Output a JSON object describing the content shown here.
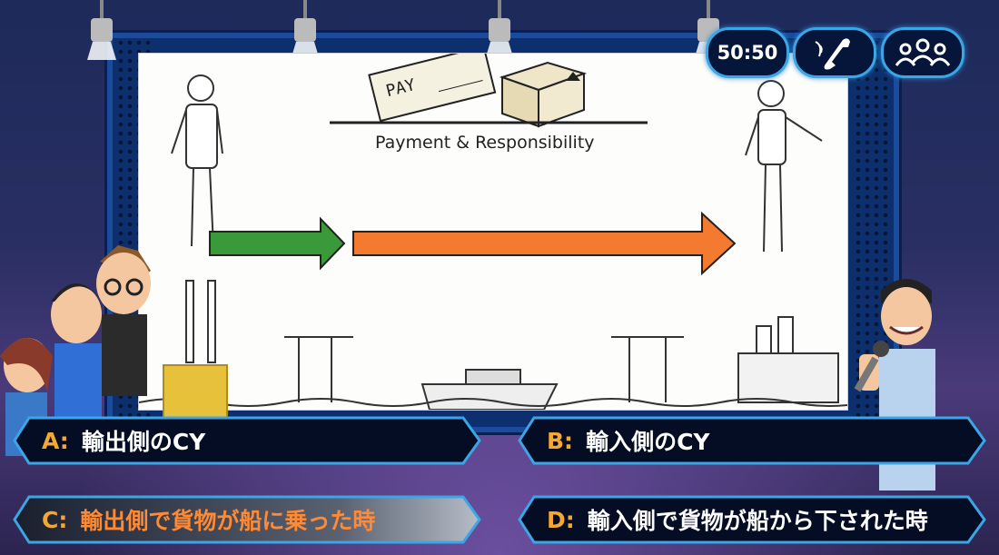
{
  "lifelines": {
    "fifty_fifty": "50:50",
    "phone_icon": "phone-icon",
    "audience_icon": "audience-icon"
  },
  "screen": {
    "caption": "Payment & Responsibility",
    "check_label": "PAY"
  },
  "answers": [
    {
      "letter": "A:",
      "text": "輸出側のCY",
      "selected": false
    },
    {
      "letter": "B:",
      "text": "輸入側のCY",
      "selected": false
    },
    {
      "letter": "C:",
      "text": "輸出側で貨物が船に乗った時",
      "selected": true
    },
    {
      "letter": "D:",
      "text": "輸入側で貨物が船から下された時",
      "selected": false
    }
  ],
  "colors": {
    "accent_orange": "#f47a30",
    "accent_green": "#3a9a3a",
    "frame_blue": "#1a4b9c",
    "answer_border": "#3aa6e6"
  }
}
